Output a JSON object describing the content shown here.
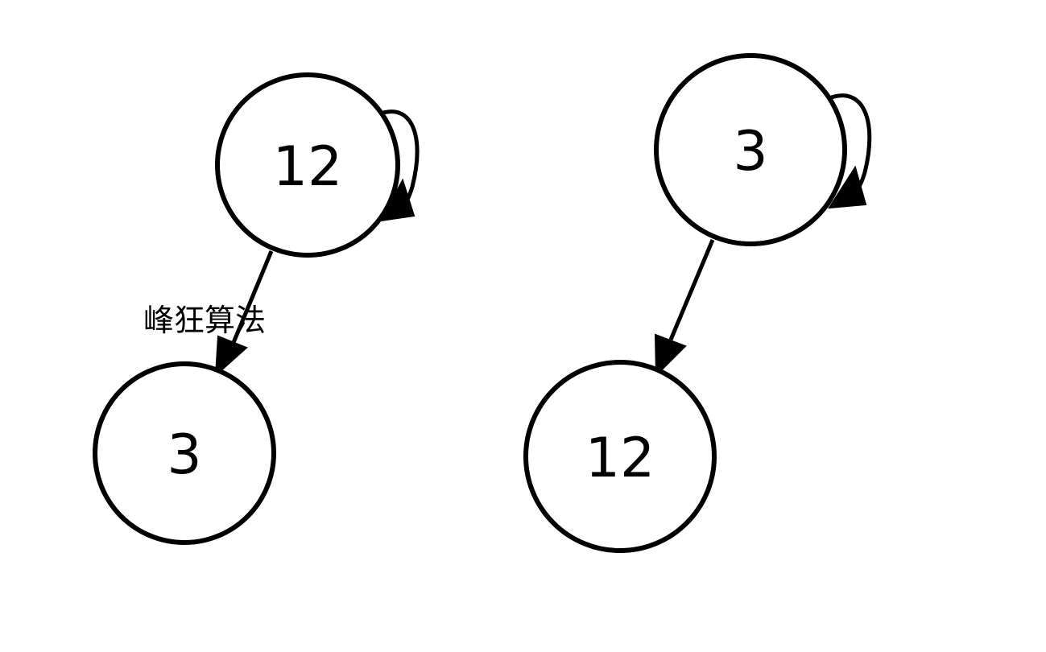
{
  "diagram": {
    "graph_left": {
      "top_node": {
        "label": "12"
      },
      "bottom_node": {
        "label": "3"
      },
      "edge_label": "峰狂算法"
    },
    "graph_right": {
      "top_node": {
        "label": "3"
      },
      "bottom_node": {
        "label": "12"
      }
    },
    "colors": {
      "stroke": "#000000",
      "background": "#ffffff"
    }
  }
}
